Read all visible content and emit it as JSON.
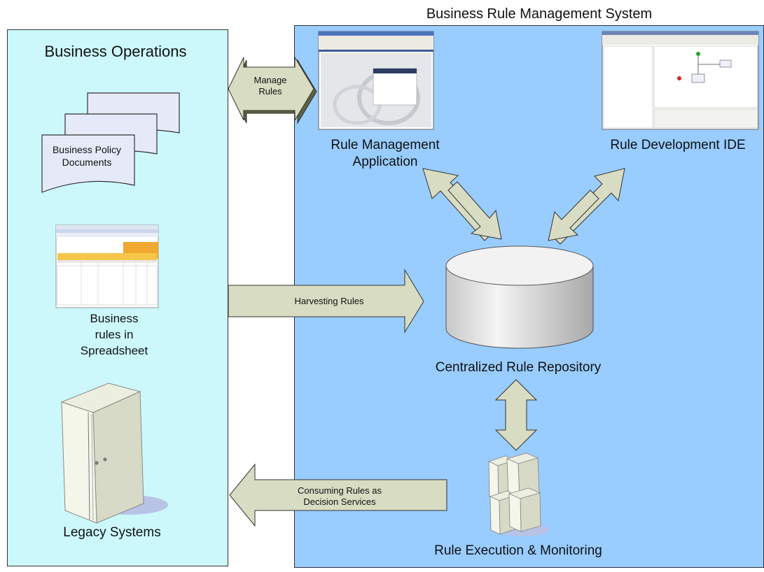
{
  "system_title": "Business Rule Management System",
  "business_operations": {
    "title": "Business Operations",
    "policy_documents": "Business Policy Documents",
    "spreadsheet": "Business rules in Spreadsheet",
    "legacy": "Legacy Systems"
  },
  "brms": {
    "rma": "Rule Management Application",
    "ide": "Rule Development IDE",
    "repository": "Centralized Rule Repository",
    "execution": "Rule Execution & Monitoring"
  },
  "arrows": {
    "manage": "Manage Rules",
    "harvest": "Harvesting Rules",
    "consume": "Consuming Rules as Decision Services"
  },
  "colors": {
    "left_panel": "#ccf8fb",
    "right_panel": "#99ccff",
    "arrow_fill": "#d8dcc2"
  }
}
